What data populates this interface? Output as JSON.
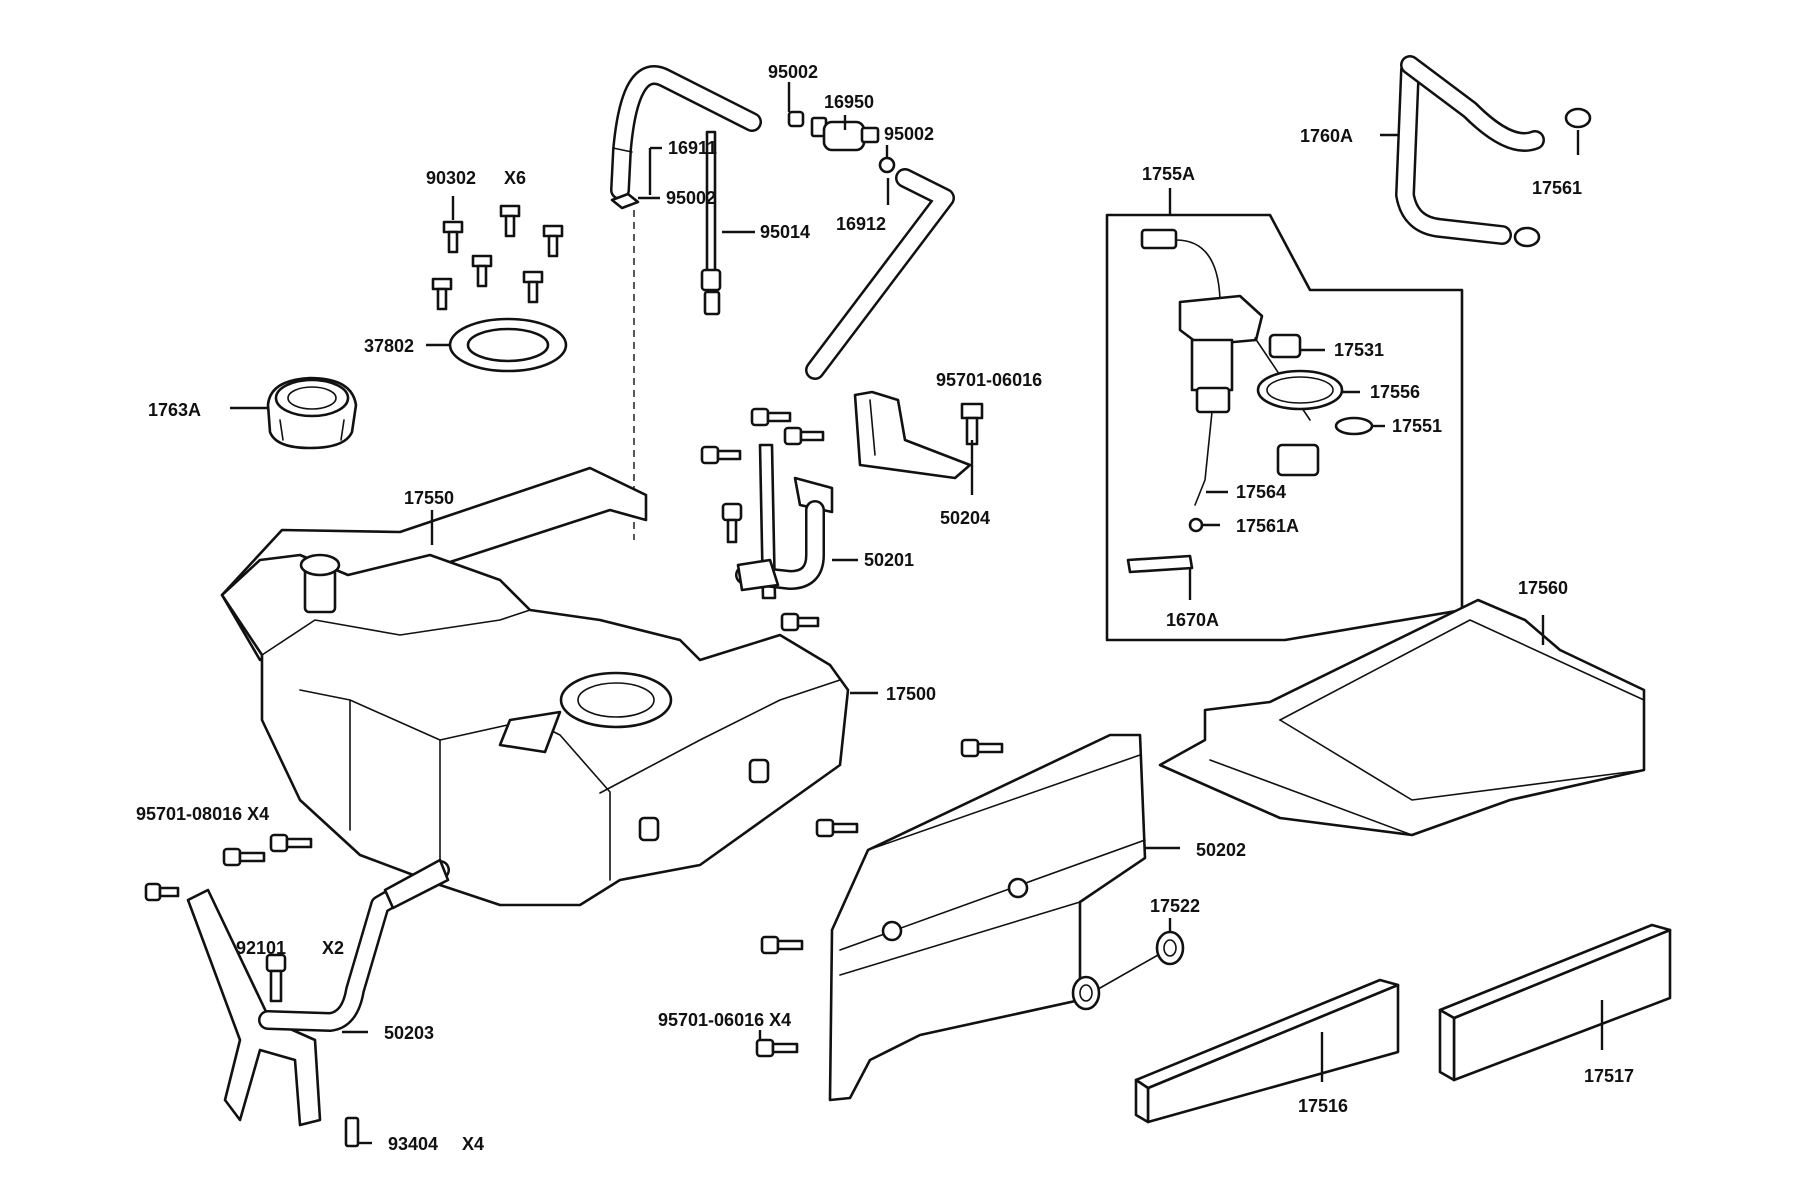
{
  "colors": {
    "line": "#111111",
    "background": "#ffffff",
    "fill": "#ffffff"
  },
  "callouts": [
    {
      "id": "95002_a",
      "text": "95002"
    },
    {
      "id": "16950",
      "text": "16950"
    },
    {
      "id": "95002_b",
      "text": "95002"
    },
    {
      "id": "16911",
      "text": "16911"
    },
    {
      "id": "95002_c",
      "text": "95002"
    },
    {
      "id": "95014",
      "text": "95014"
    },
    {
      "id": "16912",
      "text": "16912"
    },
    {
      "id": "90302",
      "text": "90302"
    },
    {
      "id": "x6",
      "text": "X6"
    },
    {
      "id": "37802",
      "text": "37802"
    },
    {
      "id": "1763A",
      "text": "1763A"
    },
    {
      "id": "1760A",
      "text": "1760A"
    },
    {
      "id": "17561",
      "text": "17561"
    },
    {
      "id": "1755A",
      "text": "1755A"
    },
    {
      "id": "17531",
      "text": "17531"
    },
    {
      "id": "17556",
      "text": "17556"
    },
    {
      "id": "17551",
      "text": "17551"
    },
    {
      "id": "17564",
      "text": "17564"
    },
    {
      "id": "17561A",
      "text": "17561A"
    },
    {
      "id": "1670A",
      "text": "1670A"
    },
    {
      "id": "95701_06016_a",
      "text": "95701-06016"
    },
    {
      "id": "50204",
      "text": "50204"
    },
    {
      "id": "50201",
      "text": "50201"
    },
    {
      "id": "17550",
      "text": "17550"
    },
    {
      "id": "17500",
      "text": "17500"
    },
    {
      "id": "17560",
      "text": "17560"
    },
    {
      "id": "95701_08016",
      "text": "95701-08016 X4"
    },
    {
      "id": "92101",
      "text": "92101"
    },
    {
      "id": "x2",
      "text": "X2"
    },
    {
      "id": "50203",
      "text": "50203"
    },
    {
      "id": "93404",
      "text": "93404"
    },
    {
      "id": "x4",
      "text": "X4"
    },
    {
      "id": "50202",
      "text": "50202"
    },
    {
      "id": "17522",
      "text": "17522"
    },
    {
      "id": "95701_06016_b",
      "text": "95701-06016 X4"
    },
    {
      "id": "17516",
      "text": "17516"
    },
    {
      "id": "17517",
      "text": "17517"
    }
  ]
}
